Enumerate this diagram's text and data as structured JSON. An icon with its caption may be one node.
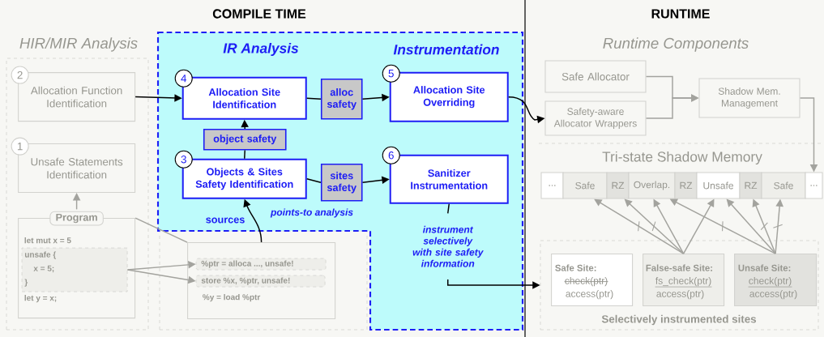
{
  "diagram": {
    "nodes": [
      {
        "text": [
          "HIR/MIR Analysis"
        ]
      },
      {
        "text": [
          "2",
          "Allocation Function Identification"
        ],
        "in": 0
      },
      {
        "text": [
          "1",
          "Unsafe Statements Identification"
        ],
        "in": 0
      },
      {
        "text": [
          "Program",
          "let mut x = 5",
          "let y = x;"
        ],
        "in": 0
      },
      {
        "text": [
          "unsafe {",
          "x = 5;",
          "}"
        ],
        "in": 3
      },
      {
        "text": [],
        "shape": "box"
      },
      {
        "text": [
          "%y = load %ptr"
        ],
        "in": 5
      },
      {
        "text": [
          "%ptr = alloca ..., unsafe!"
        ],
        "in": 6
      },
      {
        "text": [
          "store %x, %ptr, unsafe!"
        ],
        "in": 6
      },
      {
        "text": [
          "IR Analysis",
          "Instrumentation"
        ]
      },
      {
        "text": [
          "4",
          "Allocation Site Identification"
        ],
        "in": 9
      },
      {
        "text": [
          "alloc safety"
        ],
        "in": 9
      },
      {
        "text": [
          "5",
          "Allocation Site Overriding"
        ],
        "in": 9
      },
      {
        "text": [
          "object safety"
        ],
        "in": 9
      },
      {
        "text": [
          "3",
          "Objects & Sites Safety Identification"
        ],
        "in": 9
      },
      {
        "text": [
          "sites safety"
        ],
        "in": 9
      },
      {
        "text": [
          "6",
          "Sanitizer Instrumentation"
        ],
        "in": 9
      },
      {
        "text": [
          "instrument selectively with site safety information"
        ],
        "in": 9
      },
      {
        "text": [
          "Safe Allocator"
        ]
      },
      {
        "text": [
          "Safety-aware Allocator Wrappers"
        ]
      },
      {
        "text": [
          "Shadow Mem. Management"
        ]
      },
      {
        "text": [
          "..."
        ]
      },
      {
        "text": [
          "Safe"
        ]
      },
      {
        "text": [
          "RZ"
        ]
      },
      {
        "text": [
          "Overlap."
        ]
      },
      {
        "text": [
          "RZ"
        ]
      },
      {
        "text": [
          "Unsafe"
        ]
      },
      {
        "text": [
          "RZ"
        ]
      },
      {
        "text": [
          "Safe"
        ]
      },
      {
        "text": [
          "..."
        ]
      },
      {
        "text": [
          "Selectively instrumented sites"
        ]
      },
      {
        "text": [
          "Safe Site:",
          "check(ptr)",
          "access(ptr)"
        ],
        "in": 30
      },
      {
        "text": [
          "False-safe Site:",
          "fs_check(ptr)",
          "access(ptr)"
        ],
        "in": 30
      },
      {
        "text": [
          "Unsafe Site:",
          "check(ptr)",
          "access(ptr)"
        ],
        "in": 30
      }
    ],
    "edges": [
      {
        "from": 3,
        "to": 2,
        "arrow": "to"
      },
      {
        "from": 4,
        "to": 7,
        "arrow": "to"
      },
      {
        "from": 4,
        "to": 8,
        "arrow": "to"
      },
      {
        "from": 3,
        "to": 6,
        "arrow": "none"
      },
      {
        "from": 1,
        "to": 10,
        "arrow": "to",
        "color": "#000000"
      },
      {
        "from": 6,
        "to": 14,
        "arrow": "to",
        "label": "sources",
        "color": "#000000"
      },
      {
        "from": 10,
        "to": 11,
        "arrow": "none",
        "color": "#000000"
      },
      {
        "from": 11,
        "to": 12,
        "arrow": "to",
        "color": "#000000"
      },
      {
        "from": 14,
        "to": 13,
        "arrow": "none",
        "color": "#000000"
      },
      {
        "from": 13,
        "to": 10,
        "arrow": "to",
        "color": "#000000"
      },
      {
        "from": 14,
        "to": 15,
        "arrow": "none",
        "color": "#000000"
      },
      {
        "from": 15,
        "to": 16,
        "arrow": "to",
        "color": "#000000"
      },
      {
        "from": 12,
        "to": 19,
        "arrow": "to",
        "color": "#000000"
      },
      {
        "from": 16,
        "to": 17,
        "arrow": "none",
        "color": "#000000"
      },
      {
        "from": 17,
        "to": 30,
        "arrow": "to",
        "color": "#000000"
      },
      {
        "from": 18,
        "to": 20,
        "arrow": "to"
      },
      {
        "from": 19,
        "to": 20,
        "arrow": "to"
      },
      {
        "from": 20,
        "to": 29,
        "arrow": "to"
      },
      {
        "from": 32,
        "to": 22,
        "arrow": "to"
      },
      {
        "from": 32,
        "to": 23,
        "arrow": "to"
      },
      {
        "from": 32,
        "to": 24,
        "arrow": "to"
      },
      {
        "from": 32,
        "to": 26,
        "arrow": "to"
      },
      {
        "from": 33,
        "to": 24,
        "arrow": "to"
      },
      {
        "from": 33,
        "to": 26,
        "arrow": "to"
      },
      {
        "from": 33,
        "to": 27,
        "arrow": "to"
      },
      {
        "from": 33,
        "to": 28,
        "arrow": "to"
      }
    ],
    "labels": [
      "COMPILE TIME",
      "RUNTIME",
      "Runtime Components",
      "Tri-state Shadow Memory",
      "points-to analysis"
    ]
  }
}
